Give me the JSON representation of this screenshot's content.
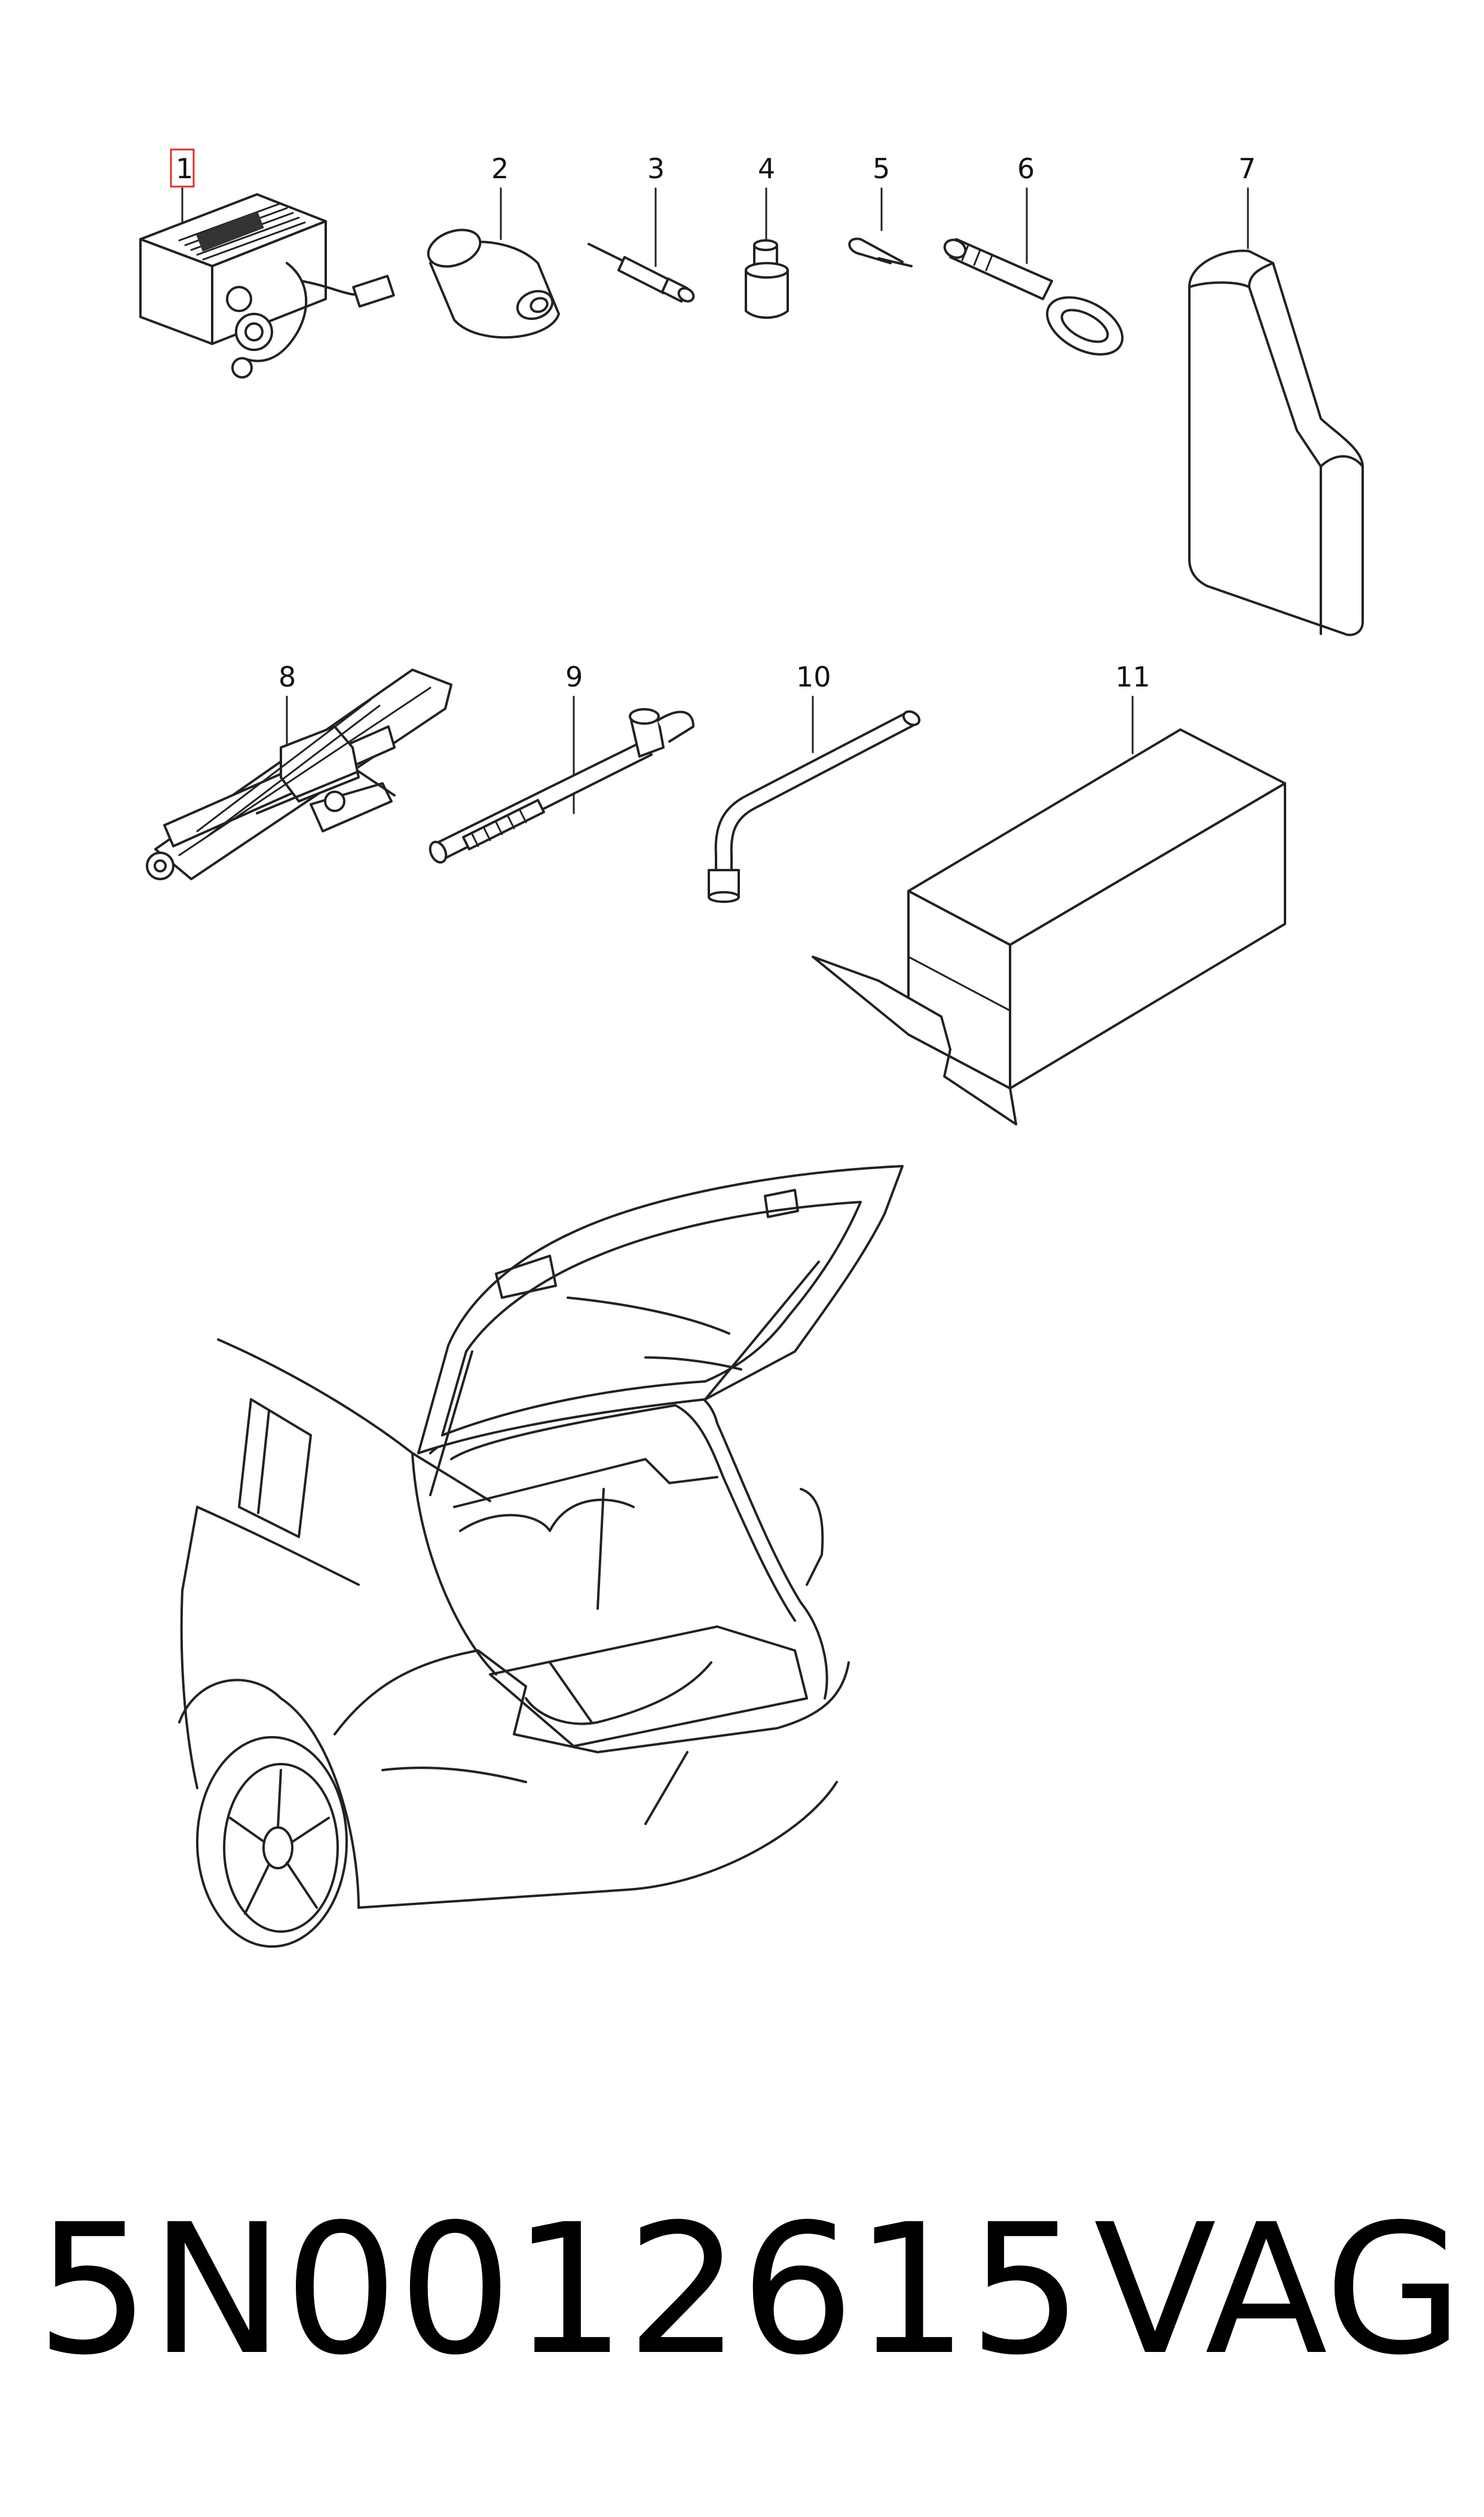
{
  "callouts": [
    {
      "id": "1",
      "label": "1",
      "highlighted": true
    },
    {
      "id": "2",
      "label": "2"
    },
    {
      "id": "3",
      "label": "3"
    },
    {
      "id": "4",
      "label": "4"
    },
    {
      "id": "5",
      "label": "5"
    },
    {
      "id": "6",
      "label": "6"
    },
    {
      "id": "7",
      "label": "7"
    },
    {
      "id": "8",
      "label": "8"
    },
    {
      "id": "9",
      "label": "9"
    },
    {
      "id": "10",
      "label": "10"
    },
    {
      "id": "11",
      "label": "11"
    }
  ],
  "footer": {
    "part_number": "5N0012615",
    "brand": "VAG"
  },
  "colors": {
    "line": "#222222",
    "highlight_box": "#e0302a",
    "background": "#ffffff"
  }
}
